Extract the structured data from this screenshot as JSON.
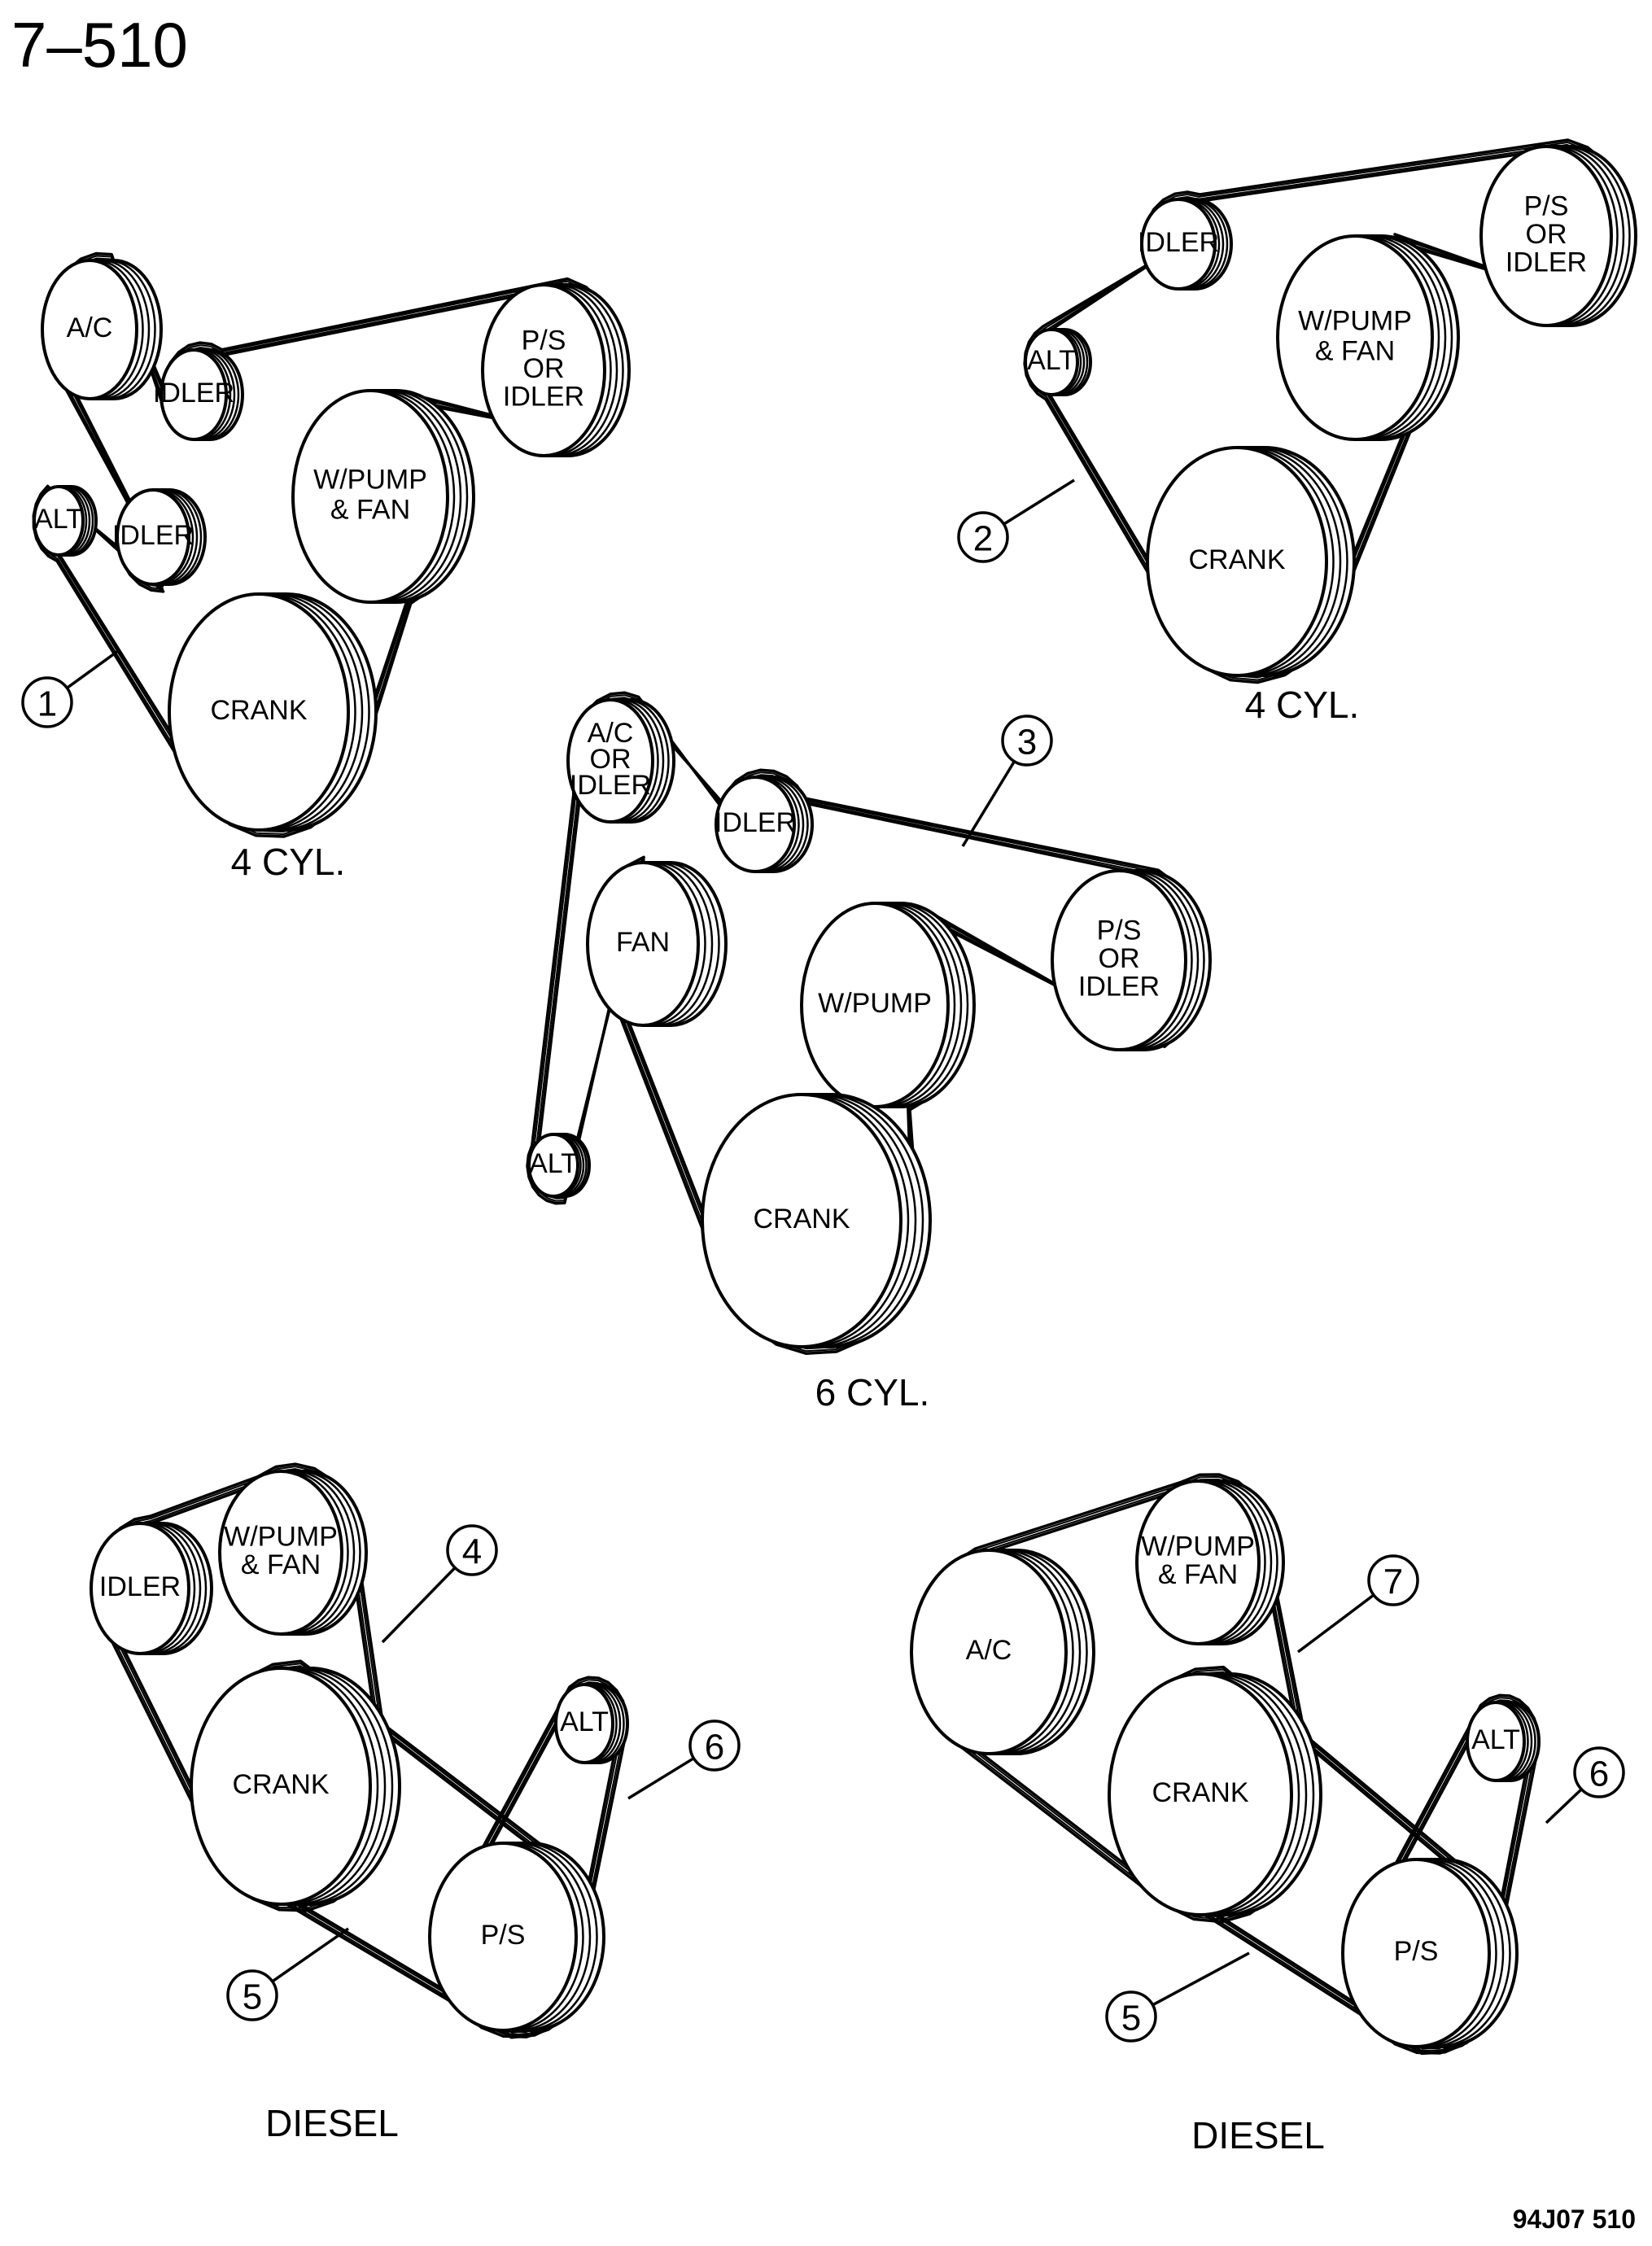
{
  "page_number": "7–510",
  "figure_code": "94J07 510",
  "diagrams": [
    {
      "id": "d1",
      "caption": "4 CYL.",
      "pulleys": [
        {
          "id": "ac",
          "lines": [
            "A/C"
          ]
        },
        {
          "id": "idler-top",
          "lines": [
            "IDLER"
          ]
        },
        {
          "id": "ps",
          "lines": [
            "P/S",
            "OR",
            "IDLER"
          ]
        },
        {
          "id": "wpump",
          "lines": [
            "W/PUMP",
            "& FAN"
          ]
        },
        {
          "id": "alt",
          "lines": [
            "ALT"
          ]
        },
        {
          "id": "idler-low",
          "lines": [
            "IDLER"
          ]
        },
        {
          "id": "crank",
          "lines": [
            "CRANK"
          ]
        }
      ],
      "callouts": [
        "1"
      ]
    },
    {
      "id": "d2",
      "caption": "4 CYL.",
      "pulleys": [
        {
          "id": "idler",
          "lines": [
            "IDLER"
          ]
        },
        {
          "id": "ps",
          "lines": [
            "P/S",
            "OR",
            "IDLER"
          ]
        },
        {
          "id": "alt",
          "lines": [
            "ALT"
          ]
        },
        {
          "id": "wpump",
          "lines": [
            "W/PUMP",
            "& FAN"
          ]
        },
        {
          "id": "crank",
          "lines": [
            "CRANK"
          ]
        }
      ],
      "callouts": [
        "2"
      ]
    },
    {
      "id": "d3",
      "caption": "6 CYL.",
      "pulleys": [
        {
          "id": "ac",
          "lines": [
            "A/C",
            "OR",
            "IDLER"
          ]
        },
        {
          "id": "idler",
          "lines": [
            "IDLER"
          ]
        },
        {
          "id": "fan",
          "lines": [
            "FAN"
          ]
        },
        {
          "id": "wpump",
          "lines": [
            "W/PUMP"
          ]
        },
        {
          "id": "ps",
          "lines": [
            "P/S",
            "OR",
            "IDLER"
          ]
        },
        {
          "id": "alt",
          "lines": [
            "ALT"
          ]
        },
        {
          "id": "crank",
          "lines": [
            "CRANK"
          ]
        }
      ],
      "callouts": [
        "3"
      ]
    },
    {
      "id": "d4",
      "caption": "DIESEL",
      "pulleys": [
        {
          "id": "idler",
          "lines": [
            "IDLER"
          ]
        },
        {
          "id": "wpump",
          "lines": [
            "W/PUMP",
            "& FAN"
          ]
        },
        {
          "id": "crank",
          "lines": [
            "CRANK"
          ]
        },
        {
          "id": "alt",
          "lines": [
            "ALT"
          ]
        },
        {
          "id": "ps",
          "lines": [
            "P/S"
          ]
        }
      ],
      "callouts": [
        "4",
        "5",
        "6"
      ]
    },
    {
      "id": "d5",
      "caption": "DIESEL",
      "pulleys": [
        {
          "id": "ac",
          "lines": [
            "A/C"
          ]
        },
        {
          "id": "wpump",
          "lines": [
            "W/PUMP",
            "& FAN"
          ]
        },
        {
          "id": "crank",
          "lines": [
            "CRANK"
          ]
        },
        {
          "id": "alt",
          "lines": [
            "ALT"
          ]
        },
        {
          "id": "ps",
          "lines": [
            "P/S"
          ]
        }
      ],
      "callouts": [
        "7",
        "5",
        "6"
      ]
    }
  ]
}
